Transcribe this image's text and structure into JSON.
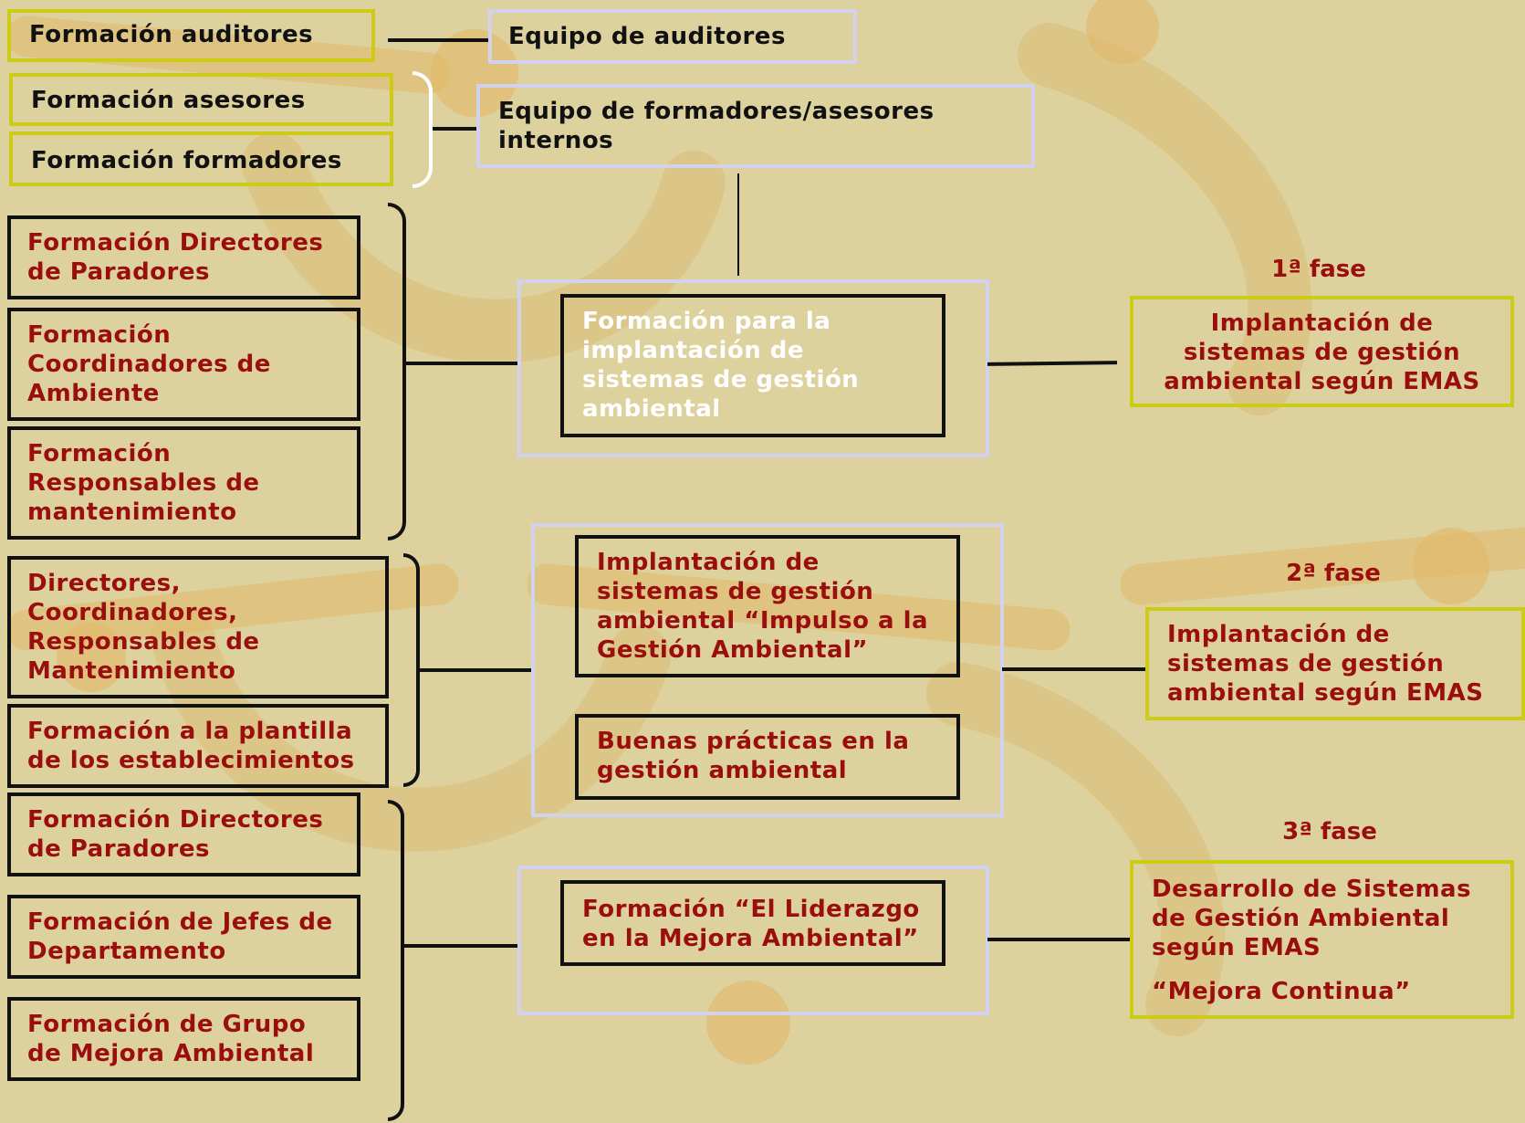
{
  "left": {
    "auditores": "Formación auditores",
    "asesores": "Formación asesores",
    "formadores": "Formación formadores",
    "g1": [
      "Formación Directores de Paradores",
      "Formación Coordinadores de Ambiente",
      "Formación Responsables de mantenimiento"
    ],
    "g2": [
      "Directores, Coordinadores, Responsables de Mantenimiento",
      "Formación a la plantilla de los establecimientos"
    ],
    "g3": [
      "Formación Directores de Paradores",
      "Formación de Jefes de Departamento",
      "Formación de Grupo de Mejora Ambiental"
    ]
  },
  "middle": {
    "equipo_auditores": "Equipo de auditores",
    "equipo_formadores": "Equipo de formadores/asesores internos",
    "fase1": "Formación para la implantación de sistemas de gestión ambiental",
    "fase2a": "Implantación de sistemas de gestión ambiental “Impulso a la Gestión Ambiental”",
    "fase2b": "Buenas prácticas en la gestión ambiental",
    "fase3": "Formación “El Liderazgo en la Mejora  Ambiental”"
  },
  "right": {
    "phase1_label": "1ª fase",
    "phase1_text": "Implantación de sistemas de gestión ambiental según EMAS",
    "phase2_label": "2ª fase",
    "phase2_text": "Implantación de sistemas de gestión ambiental según EMAS",
    "phase3_label": "3ª fase",
    "phase3_text": "Desarrollo de Sistemas de Gestión Ambiental según EMAS",
    "phase3_sub": "“Mejora Continua”"
  },
  "colors": {
    "background": "#ddd19e",
    "dark_red": "#9b0e0e",
    "yellow_border": "#cccc14",
    "lavender_border": "#d2d2ee"
  }
}
